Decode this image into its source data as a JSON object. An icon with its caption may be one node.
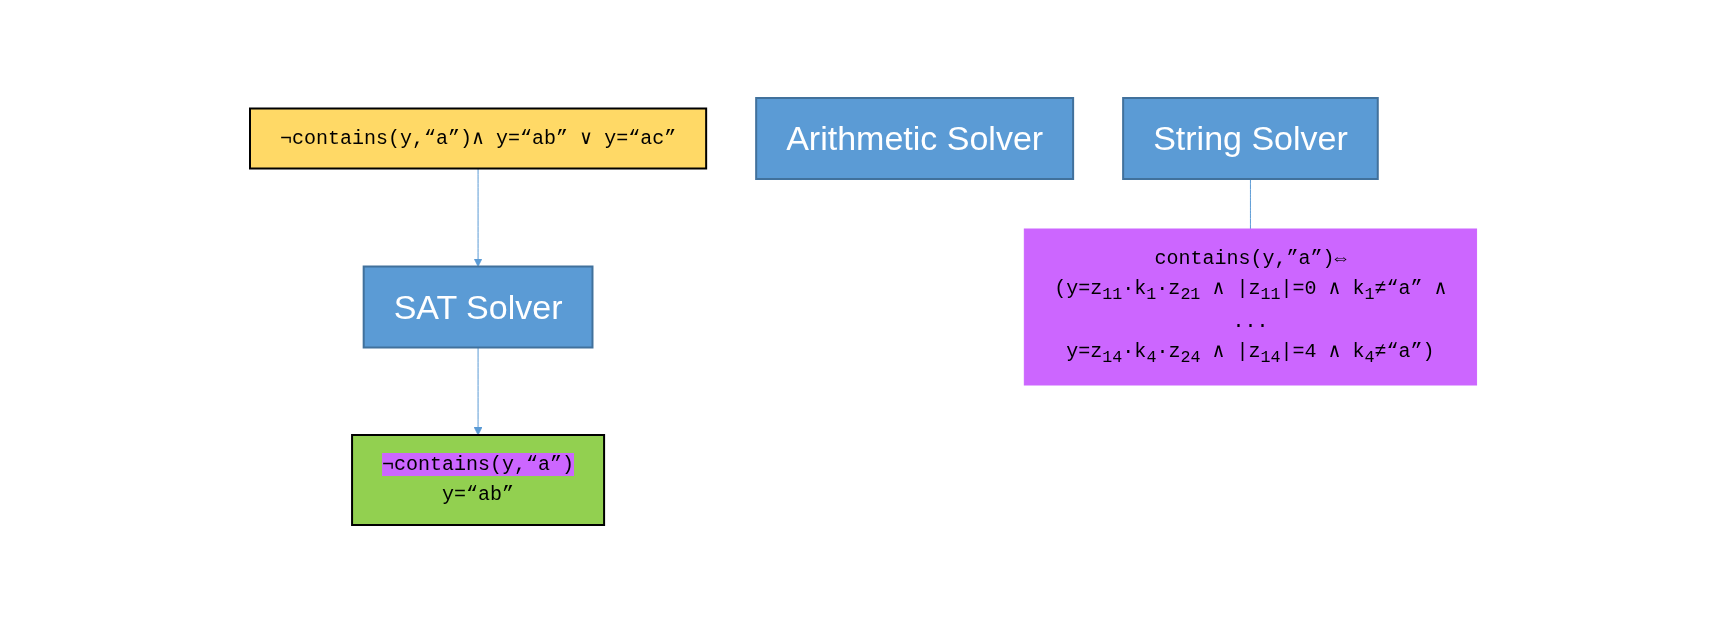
{
  "diagram": {
    "nodes": [
      {
        "text": [
          "¬contains(y,“a”)∧ y=“ab” ∨ y=“ac”"
        ]
      },
      {
        "text": [
          "¬contains(y,“a”)",
          "y=“ab”"
        ]
      },
      {
        "text": [
          "SAT Solver"
        ]
      },
      {
        "text": [
          "Arithmetic Solver"
        ]
      },
      {
        "text": [
          "String Solver"
        ]
      },
      {
        "text": [
          "contains(y,”a”)⇔",
          "(y=z$_{11}$·k$_{1}$·z$_{21}$ ∧ |z$_{11}$|=0 ∧ k$_{1}$≠“a” ∧",
          "...",
          "y=z$_{14}$·k$_{4}$·z$_{24}$ ∧ |z$_{14}$|=4 ∧ k$_{4}$≠“a”)"
        ]
      }
    ],
    "edges": [
      {
        "from": 0,
        "to": 2,
        "arrow": "to"
      },
      {
        "from": 2,
        "to": 1,
        "arrow": "to"
      },
      {
        "from": 4,
        "to": 5,
        "arrow": "none"
      }
    ]
  }
}
